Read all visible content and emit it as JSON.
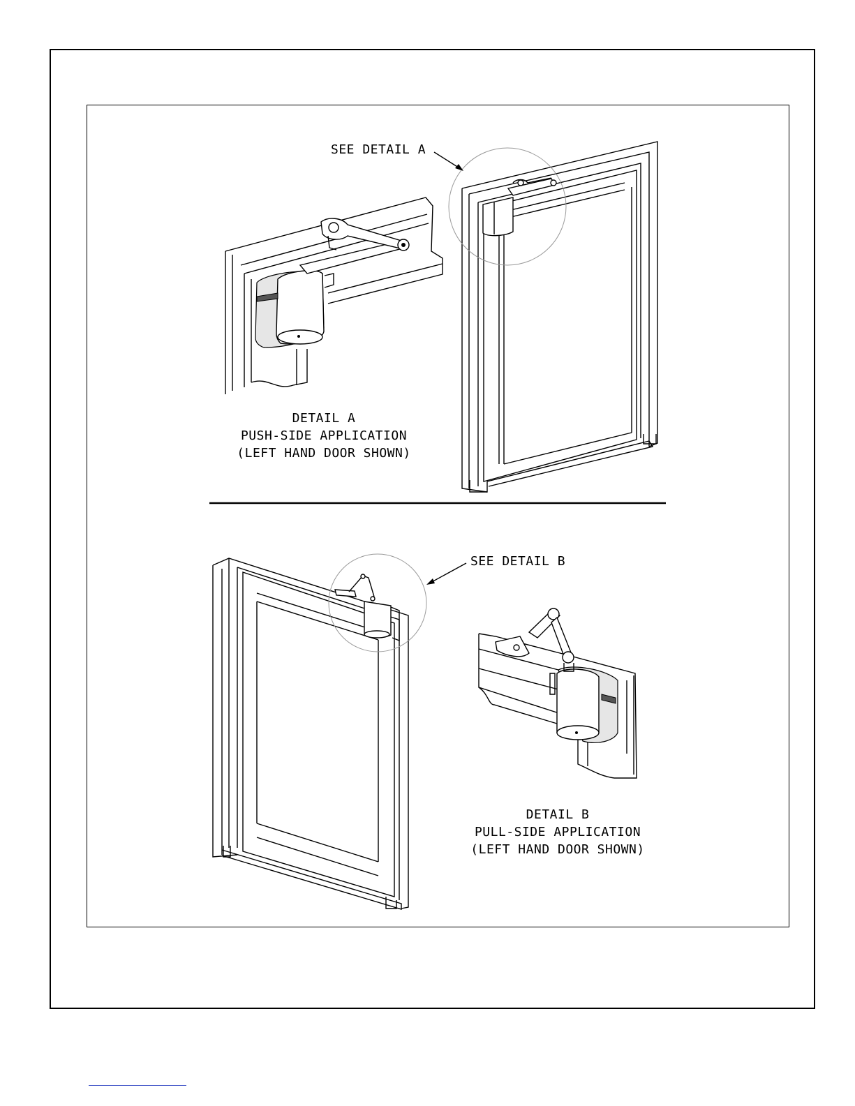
{
  "detail_a": {
    "callout": "SEE DETAIL A",
    "title": "DETAIL A",
    "subtitle": "PUSH-SIDE APPLICATION",
    "note": "(LEFT HAND DOOR SHOWN)"
  },
  "detail_b": {
    "callout": "SEE DETAIL B",
    "title": "DETAIL B",
    "subtitle": "PULL-SIDE APPLICATION",
    "note": "(LEFT HAND DOOR SHOWN)"
  },
  "colors": {
    "ink": "#000000",
    "detail_circle": "#9a9a9a",
    "footer_link_line": "#3a4fc6"
  }
}
